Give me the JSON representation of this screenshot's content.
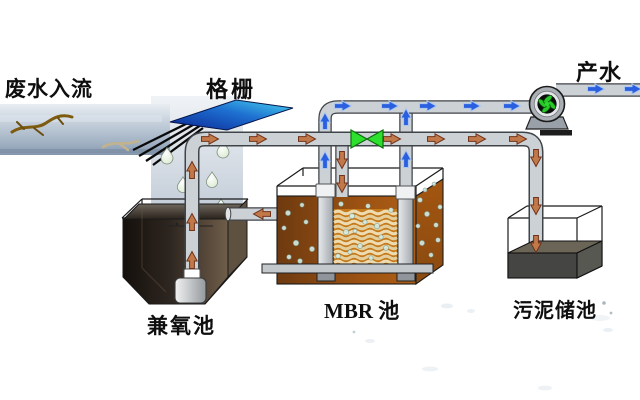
{
  "labels": {
    "influent": "废水入流",
    "screen": "格栅",
    "product_water": "产水",
    "anoxic_tank": "兼氧池",
    "mbr_tank": "MBR 池",
    "sludge_tank": "污泥储池"
  },
  "colors": {
    "water_flow_arrow": "#2a5fe0",
    "sludge_flow_arrow": "#c2794a",
    "valve_green": "#2ee02e",
    "screen_plate_blue": "#1e6fd0",
    "mbr_liquid_brown": "#9c5212",
    "membrane_cream": "#eedbb0",
    "anoxic_liquid_dark": "#2e2620",
    "sludge_gray": "#4c4a46",
    "pipe_gray": "#ccd1d5"
  }
}
